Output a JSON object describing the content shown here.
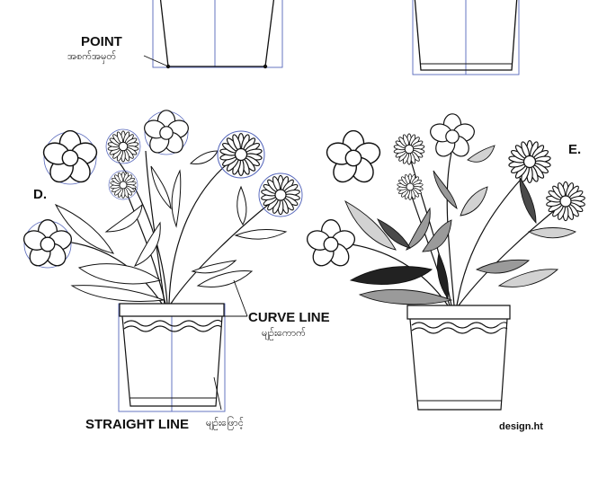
{
  "labels": {
    "point": "POINT",
    "point_my": "အစက်အမှတ်",
    "step_d": "D.",
    "step_e": "E.",
    "curve_line": "CURVE LINE",
    "curve_line_my": "မျဉ်းကောက်",
    "straight_line": "STRAIGHT LINE",
    "straight_line_my": "မျဉ်းဖြောင့်",
    "credit": "design.ht"
  },
  "colors": {
    "ink": "#111111",
    "guide": "#5566bb",
    "leaf_light": "#d2d2d2",
    "leaf_mid": "#9a9a9a",
    "leaf_dark": "#4a4a4a",
    "leaf_black": "#222222"
  }
}
